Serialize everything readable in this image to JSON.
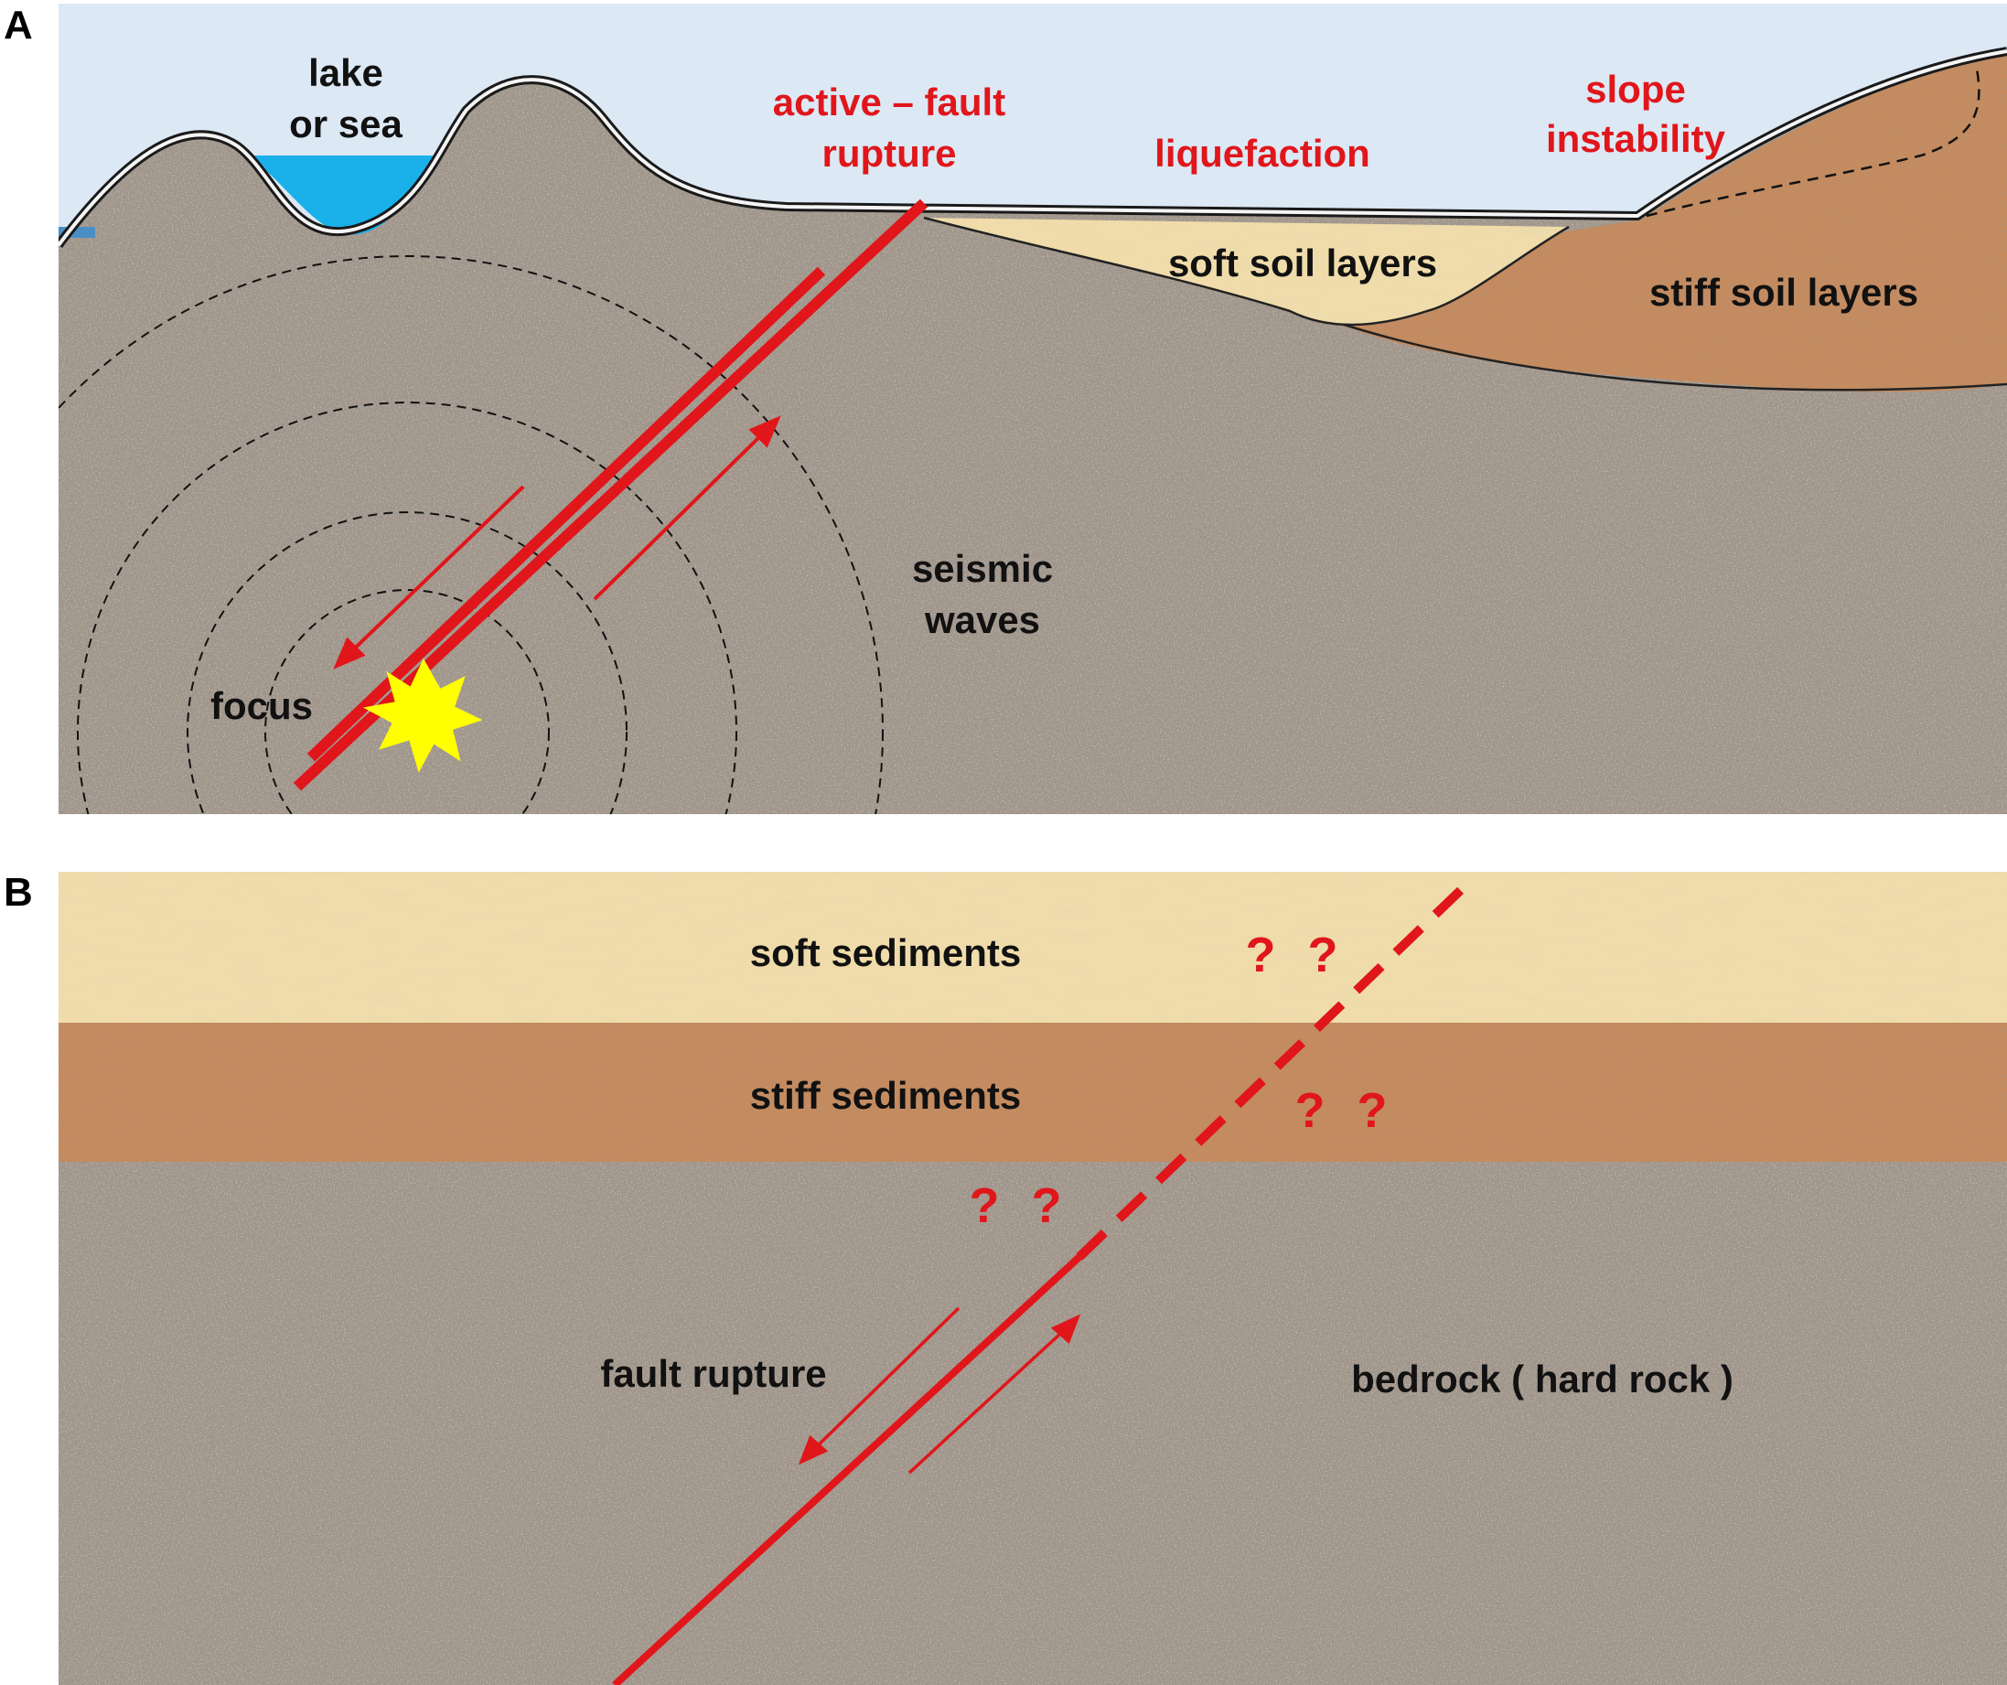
{
  "panels": {
    "a": {
      "letter": "A",
      "labels": {
        "lake_line1": "lake",
        "lake_line2": "or sea",
        "active_fault_line1": "active – fault",
        "active_fault_line2": "rupture",
        "liquefaction": "liquefaction",
        "slope_line1": "slope",
        "slope_line2": "instability",
        "soft_soil": "soft soil layers",
        "stiff_soil": "stiff soil layers",
        "seismic_line1": "seismic",
        "seismic_line2": "waves",
        "focus": "focus"
      }
    },
    "b": {
      "letter": "B",
      "labels": {
        "soft_sediments": "soft sediments",
        "stiff_sediments": "stiff sediments",
        "fault_rupture": "fault rupture",
        "bedrock": "bedrock ( hard rock )",
        "question_marks": [
          "?",
          "?"
        ]
      }
    }
  },
  "colors": {
    "sky": "#dce8f4",
    "water": "#1ab0ea",
    "bedrock": "#9f9489",
    "soft_soil": "#f0dcaa",
    "stiff_soil": "#c68a5c",
    "fault_red": "#e0161b",
    "focus_yellow": "#ffff00",
    "label_red": "#e0161b"
  }
}
